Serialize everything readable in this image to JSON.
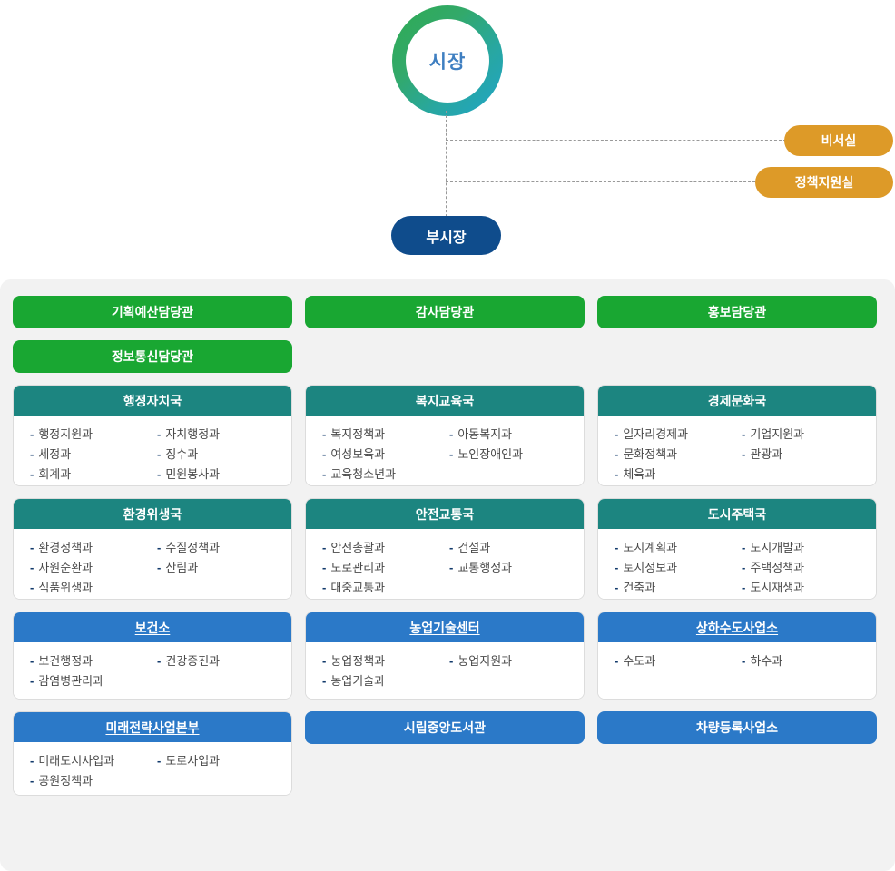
{
  "top": {
    "mayor": "시장",
    "vice_mayor": "부시장",
    "side_offices": [
      {
        "label": "비서실"
      },
      {
        "label": "정책지원실"
      }
    ]
  },
  "colors": {
    "green": "#19a732",
    "teal": "#1c8580",
    "blue": "#2b79c8",
    "orange": "#dd9a28",
    "navy": "#0f4c8c",
    "panel_bg": "#f2f2f2",
    "circle_gradient_start": "#2faa52",
    "circle_gradient_end": "#20a5c8",
    "mayor_text": "#3f7fc1",
    "dash_bullet": "#123a6b",
    "connector_line": "#999999"
  },
  "officer_row_1": [
    {
      "label": "기획예산담당관"
    },
    {
      "label": "감사담당관"
    },
    {
      "label": "홍보담당관"
    }
  ],
  "officer_row_2": [
    {
      "label": "정보통신담당관"
    }
  ],
  "bureaus": [
    {
      "title": "행정자치국",
      "divisions": [
        "행정지원과",
        "자치행정과",
        "세정과",
        "징수과",
        "회계과",
        "민원봉사과"
      ]
    },
    {
      "title": "복지교육국",
      "divisions": [
        "복지정책과",
        "아동복지과",
        "여성보육과",
        "노인장애인과",
        "교육청소년과"
      ]
    },
    {
      "title": "경제문화국",
      "divisions": [
        "일자리경제과",
        "기업지원과",
        "문화정책과",
        "관광과",
        "체육과"
      ]
    },
    {
      "title": "환경위생국",
      "divisions": [
        "환경정책과",
        "수질정책과",
        "자원순환과",
        "산림과",
        "식품위생과"
      ]
    },
    {
      "title": "안전교통국",
      "divisions": [
        "안전총괄과",
        "건설과",
        "도로관리과",
        "교통행정과",
        "대중교통과"
      ]
    },
    {
      "title": "도시주택국",
      "divisions": [
        "도시계획과",
        "도시개발과",
        "토지정보과",
        "주택정책과",
        "건축과",
        "도시재생과"
      ]
    }
  ],
  "agencies": [
    {
      "title": "보건소",
      "divisions": [
        "보건행정과",
        "건강증진과",
        "감염병관리과"
      ]
    },
    {
      "title": "농업기술센터",
      "divisions": [
        "농업정책과",
        "농업지원과",
        "농업기술과"
      ]
    },
    {
      "title": "상하수도사업소",
      "divisions": [
        "수도과",
        "하수과"
      ]
    }
  ],
  "bottom_row": [
    {
      "title": "미래전략사업본부",
      "divisions": [
        "미래도시사업과",
        "도로사업과",
        "공원정책과"
      ]
    },
    {
      "title": "시립중앙도서관",
      "divisions": []
    },
    {
      "title": "차량등록사업소",
      "divisions": []
    }
  ]
}
